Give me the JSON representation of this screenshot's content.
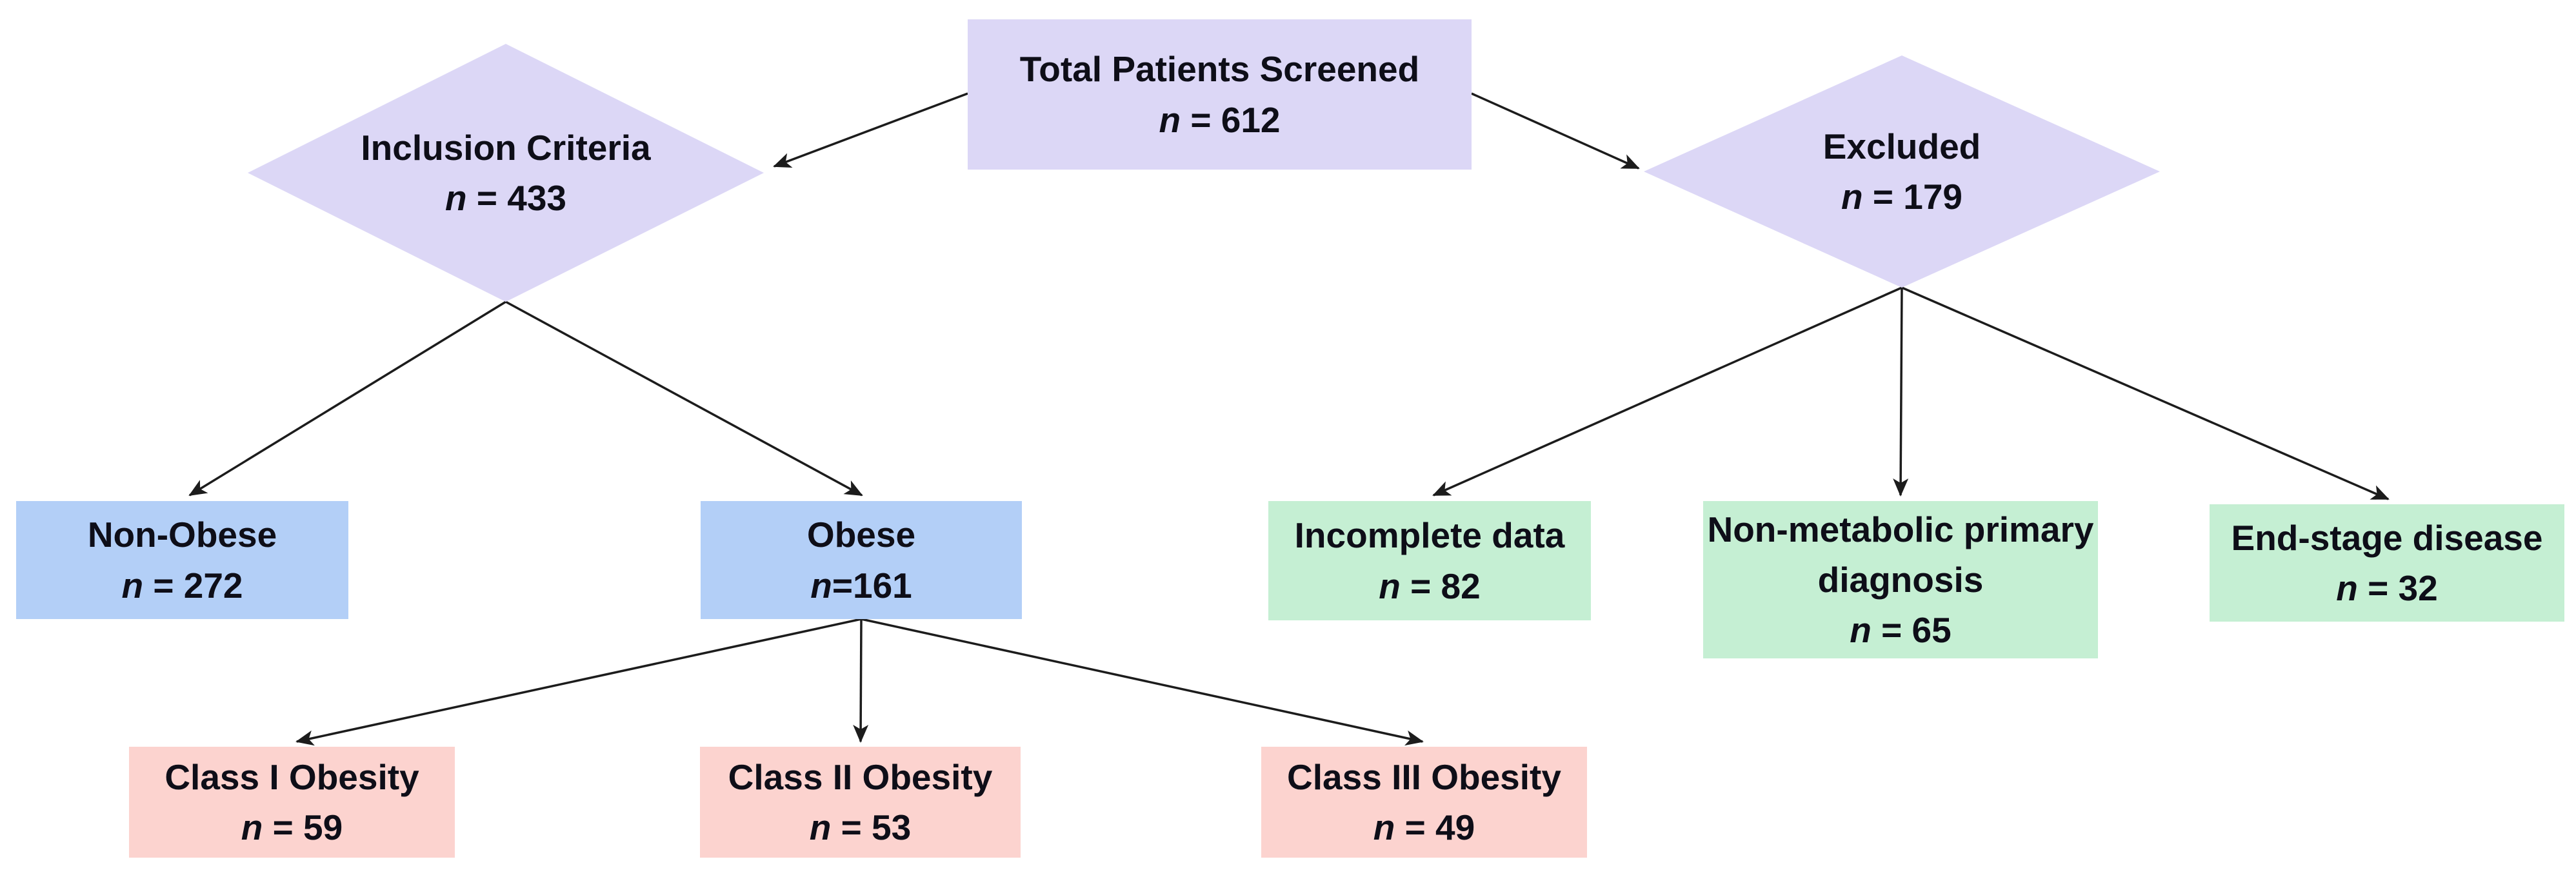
{
  "diagram": {
    "background_color": "#ffffff",
    "connector_color": "#1c1c1c",
    "nodes": {
      "total": {
        "label": "Total Patients Screened",
        "n_symbol": "n",
        "count": " = 612",
        "fill": "#dcd7f6",
        "shape": "rectangle"
      },
      "inclusion": {
        "label": "Inclusion Criteria",
        "n_symbol": "n",
        "count": " = 433",
        "fill": "#dcd7f6",
        "shape": "diamond"
      },
      "excluded": {
        "label": "Excluded",
        "n_symbol": "n",
        "count": " = 179",
        "fill": "#dcd7f6",
        "shape": "diamond"
      },
      "non_obese": {
        "label": "Non-Obese",
        "n_symbol": "n",
        "count": " = 272",
        "fill": "#b3cff7",
        "shape": "rectangle"
      },
      "obese": {
        "label": "Obese",
        "n_symbol": "n",
        "count": "=161",
        "fill": "#b3cff7",
        "shape": "rectangle"
      },
      "incomplete_data": {
        "label": "Incomplete data",
        "n_symbol": "n",
        "count": " = 82",
        "fill": "#c5efd3",
        "shape": "rectangle"
      },
      "non_metabolic": {
        "label": "Non-metabolic primary\ndiagnosis",
        "n_symbol": "n",
        "count": " = 65",
        "fill": "#c5efd3",
        "shape": "rectangle"
      },
      "end_stage": {
        "label": "End-stage disease",
        "n_symbol": "n",
        "count": " = 32",
        "fill": "#c5efd3",
        "shape": "rectangle"
      },
      "class_1": {
        "label": "Class I Obesity",
        "n_symbol": "n",
        "count": " = 59",
        "fill": "#fcd3cf",
        "shape": "rectangle"
      },
      "class_2": {
        "label": "Class II Obesity",
        "n_symbol": "n",
        "count": " = 53",
        "fill": "#fcd3cf",
        "shape": "rectangle"
      },
      "class_3": {
        "label": "Class III Obesity",
        "n_symbol": "n",
        "count": " = 49",
        "fill": "#fcd3cf",
        "shape": "rectangle"
      }
    }
  }
}
